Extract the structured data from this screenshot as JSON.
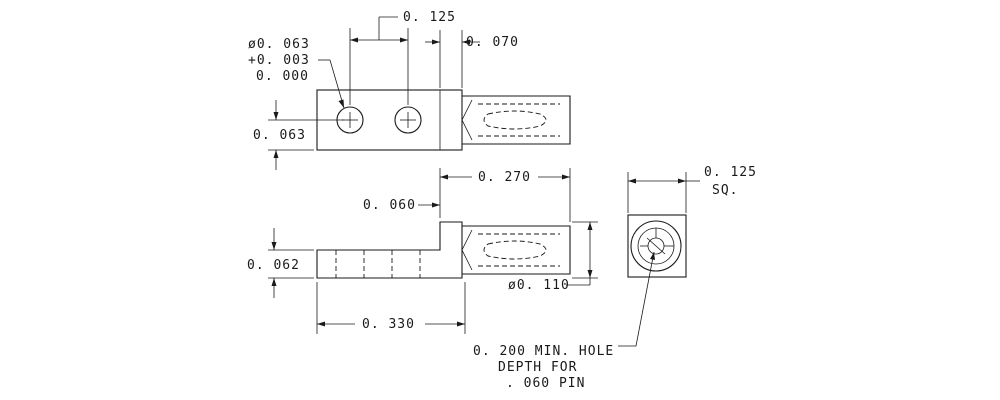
{
  "dimensions": {
    "top_pitch": "0. 125",
    "top_width": "0. 070",
    "hole_dia": "ø0. 063",
    "hole_tol_plus": "+0. 003",
    "hole_tol_minus": "0. 000",
    "top_height": "0. 063",
    "barrel_len": "0. 270",
    "step_height": "0. 060",
    "side_height": "0. 062",
    "barrel_dia": "ø0. 110",
    "overall_len": "0. 330",
    "end_size": "0. 125",
    "end_size_suffix": "SQ.",
    "hole_note_line1": "0. 200 MIN. HOLE",
    "hole_note_line2": "DEPTH FOR",
    "hole_note_line3": ". 060 PIN"
  }
}
